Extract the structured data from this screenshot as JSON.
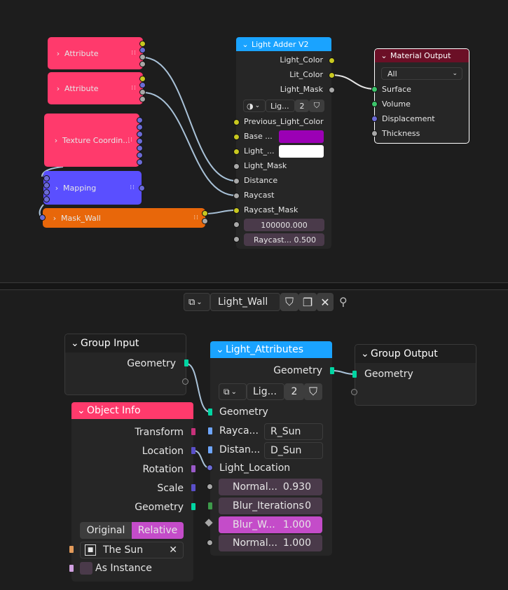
{
  "colors": {
    "attribute": "#ff3a6c",
    "texture": "#ff3a6c",
    "mapping": "#5a4fff",
    "mask_wall": "#e8670a",
    "group_header": "#1aa3ff",
    "material_header": "#6b0f26",
    "object_info": "#ff3a6c"
  },
  "top": {
    "nodes": {
      "attribute_1": "Attribute",
      "attribute_2": "Attribute",
      "texture_coord": "Texture Coordin...",
      "mapping": "Mapping",
      "mask_wall": "Mask_Wall"
    },
    "light_adder": {
      "title": "Light Adder V2",
      "outputs": [
        "Light_Color",
        "Lit_Color",
        "Light_Mask"
      ],
      "group_name": "Lig...",
      "users": "2",
      "inputs": {
        "previous": "Previous_Light_Color",
        "base": "Base ...",
        "light_dot": "Light_...",
        "light_mask": "Light_Mask",
        "distance": "Distance",
        "raycast": "Raycast",
        "raycast_mask": "Raycast_Mask"
      },
      "base_color": "#9b00b5",
      "light_color": "#ffffff",
      "value_field": "100000.000",
      "raycast_field_label": "Raycast...",
      "raycast_field_value": "0.500"
    },
    "material_output": {
      "title": "Material Output",
      "target": "All",
      "inputs": [
        "Surface",
        "Volume",
        "Displacement",
        "Thickness"
      ]
    }
  },
  "header": {
    "node_group": "Light_Wall"
  },
  "bottom": {
    "group_input": {
      "title": "Group Input",
      "output": "Geometry"
    },
    "group_output": {
      "title": "Group Output",
      "input": "Geometry"
    },
    "light_attributes": {
      "title": "Light_Attributes",
      "output": "Geometry",
      "group_name": "Lig...",
      "users": "2",
      "geometry": "Geometry",
      "raycast_label": "Rayca...",
      "raycast_value": "R_Sun",
      "distance_label": "Distan...",
      "distance_value": "D_Sun",
      "light_location": "Light_Location",
      "field1_label": "Normal...",
      "field1_value": "0.930",
      "field2_label": "Blur_Iterations",
      "field2_value": "0",
      "field3_label": "Blur_W...",
      "field3_value": "1.000",
      "field4_label": "Normal...",
      "field4_value": "1.000"
    },
    "object_info": {
      "title": "Object Info",
      "outputs": [
        "Transform",
        "Location",
        "Rotation",
        "Scale",
        "Geometry"
      ],
      "mode_original": "Original",
      "mode_relative": "Relative",
      "object": "The Sun",
      "as_instance": "As Instance"
    }
  }
}
